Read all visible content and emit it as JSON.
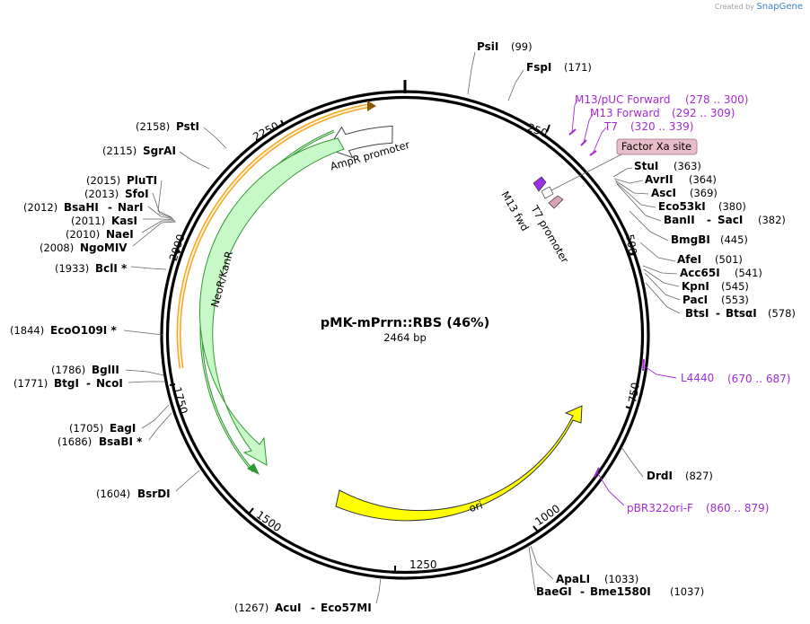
{
  "credit": {
    "prefix": "Created by",
    "brand": "SnapGene"
  },
  "plasmid": {
    "name": "pMK-mPrrn::RBS (46%)",
    "length": "2464 bp"
  },
  "ticks": [
    "250",
    "500",
    "750",
    "1000",
    "1250",
    "1500",
    "1750",
    "2000",
    "2250"
  ],
  "features": {
    "ampr": "AmpR promoter",
    "neo": "NeoR/KanR",
    "ori": "ori",
    "t7": "T7 promoter",
    "m13fwd": "M13 fwd",
    "factorxa": "Factor Xa site"
  },
  "sites": {
    "psil": {
      "name": "PsiI",
      "pos": "(99)"
    },
    "fspl": {
      "name": "FspI",
      "pos": "(171)"
    },
    "stul": {
      "name": "StuI",
      "pos": "(363)"
    },
    "avrii": {
      "name": "AvrII",
      "pos": "(364)"
    },
    "ascl": {
      "name": "AscI",
      "pos": "(369)"
    },
    "eco53": {
      "name": "Eco53kI",
      "pos": "(380)"
    },
    "banii": {
      "name": "BanII",
      "sep": "-",
      "name2": "SacI",
      "pos": "(382)"
    },
    "bmgbi": {
      "name": "BmgBI",
      "pos": "(445)"
    },
    "afei": {
      "name": "AfeI",
      "pos": "(501)"
    },
    "acc65": {
      "name": "Acc65I",
      "pos": "(541)"
    },
    "kpni": {
      "name": "KpnI",
      "pos": "(545)"
    },
    "paci": {
      "name": "PacI",
      "pos": "(553)"
    },
    "btsi": {
      "name": "BtsI",
      "sep": "-",
      "name2": "BtsαI",
      "pos": "(578)"
    },
    "drdi": {
      "name": "DrdI",
      "pos": "(827)"
    },
    "apali": {
      "name": "ApaLI",
      "pos": "(1033)"
    },
    "baegi": {
      "name": "BaeGI",
      "sep": "-",
      "name2": "Bme1580I",
      "pos": "(1037)"
    },
    "acui": {
      "name": "AcuI",
      "sep": "-",
      "name2": "Eco57MI",
      "pos": "(1267)"
    },
    "bsrdi": {
      "name": "BsrDI",
      "pos": "(1604)"
    },
    "bsabi": {
      "name": "BsaBI *",
      "pos": "(1686)"
    },
    "eagi": {
      "name": "EagI",
      "pos": "(1705)"
    },
    "btgi": {
      "name": "BtgI",
      "sep": "-",
      "name2": "NcoI",
      "pos": "(1771)"
    },
    "bglii": {
      "name": "BglII",
      "pos": "(1786)"
    },
    "eco0109": {
      "name": "EcoO109I *",
      "pos": "(1844)"
    },
    "bcli": {
      "name": "BclI *",
      "pos": "(1933)"
    },
    "ngomiv": {
      "name": "NgoMIV",
      "pos": "(2008)"
    },
    "naei": {
      "name": "NaeI",
      "pos": "(2010)"
    },
    "kasi": {
      "name": "KasI",
      "pos": "(2011)"
    },
    "bsahi": {
      "name": "BsaHI",
      "sep": "-",
      "name2": "NarI",
      "pos": "(2012)"
    },
    "sfoi": {
      "name": "SfoI",
      "pos": "(2013)"
    },
    "pluti": {
      "name": "PluTI",
      "pos": "(2015)"
    },
    "sgrai": {
      "name": "SgrAI",
      "pos": "(2115)"
    },
    "psti": {
      "name": "PstI",
      "pos": "(2158)"
    }
  },
  "primers": {
    "m13puc": {
      "name": "M13/pUC Forward",
      "pos": "(278 .. 300)"
    },
    "m13f": {
      "name": "M13 Forward",
      "pos": "(292 .. 309)"
    },
    "t7": {
      "name": "T7",
      "pos": "(320 .. 339)"
    },
    "l4440": {
      "name": "L4440",
      "pos": "(670 .. 687)"
    },
    "pbr322": {
      "name": "pBR322ori-F",
      "pos": "(860 .. 879)"
    }
  },
  "colors": {
    "backbone": "#000000",
    "neo_fill": "#c8f7c8",
    "neo_stroke": "#2e9a2e",
    "ori_fill": "#ffff00",
    "orange": "#f5a623",
    "primer": "#a42bd6",
    "factorxa": "#e8bcc8",
    "t7": "#b060e0"
  }
}
